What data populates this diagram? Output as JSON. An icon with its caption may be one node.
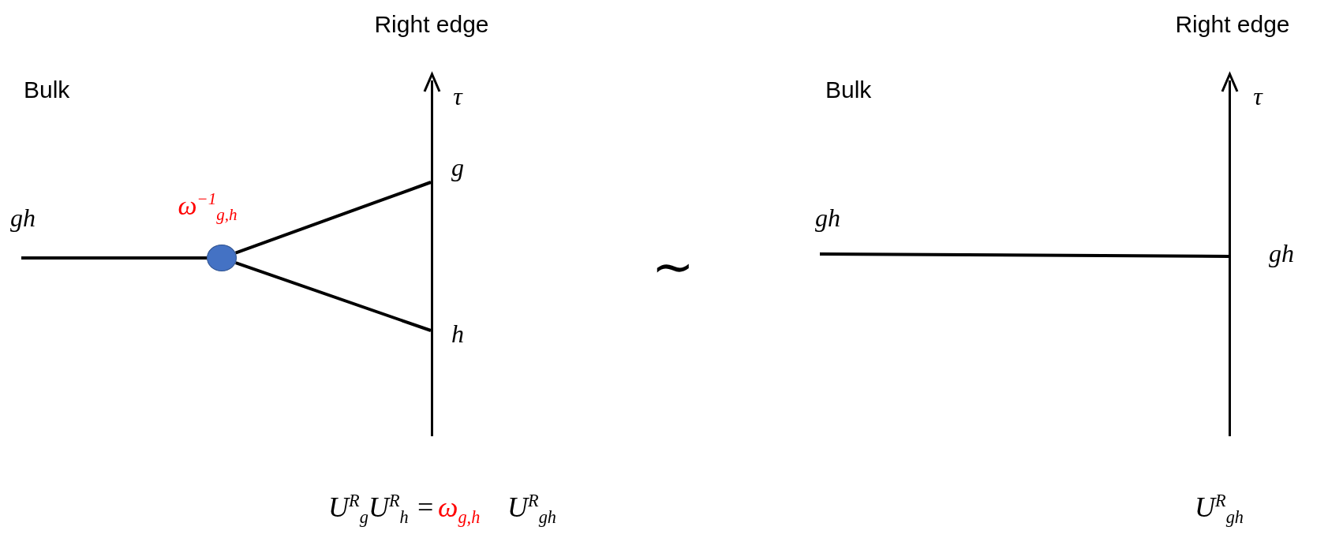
{
  "diagram": {
    "nodes": [
      {
        "text": [],
        "shape": "bar"
      },
      {
        "text": [],
        "shape": "circle",
        "beside": [
          "ω$^{−1}$$_{g,h}$"
        ]
      },
      {
        "text": [],
        "shape": "bar"
      }
    ],
    "edges": [
      {
        "from": null,
        "to": 1,
        "arrow": "none",
        "label": "gh"
      },
      {
        "from": 1,
        "to": 0,
        "arrow": "none"
      },
      {
        "from": 1,
        "to": 0,
        "arrow": "none"
      },
      {
        "from": null,
        "to": 2,
        "arrow": "none",
        "label": "gh"
      }
    ],
    "labels": [
      "Bulk",
      "Right edge",
      "τ",
      "g",
      "h",
      "∼",
      "Bulk",
      "Right edge",
      "τ",
      "gh",
      "U$^{R}$$_{g}$U$^{R}$$_{h}$ =",
      "ω$_{g,h}$",
      "U$^{R}$$_{gh}$",
      "U$^{R}$$_{gh}$"
    ]
  }
}
